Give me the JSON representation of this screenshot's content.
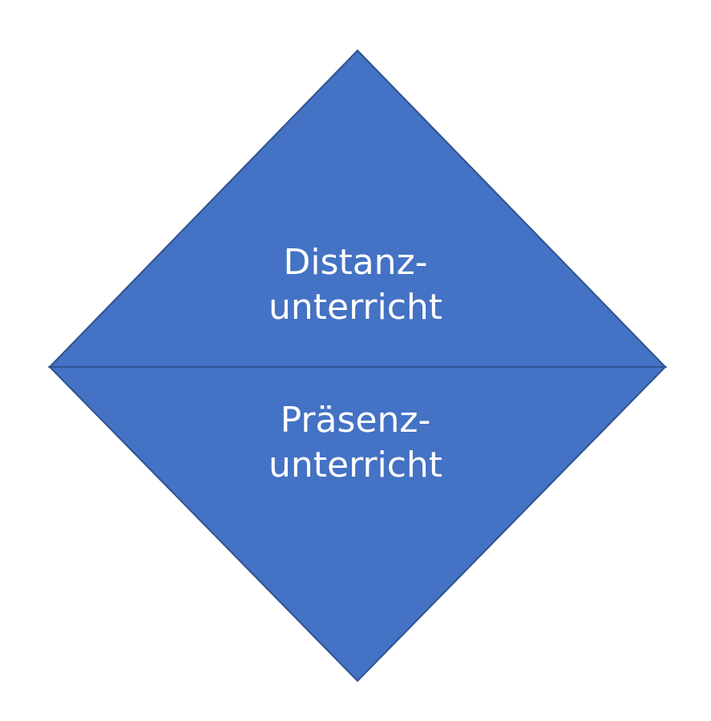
{
  "diagram": {
    "top_section": {
      "line1": "Distanz-",
      "line2": "unterricht"
    },
    "bottom_section": {
      "line1": "Präsenz-",
      "line2": "unterricht"
    },
    "colors": {
      "fill": "#4472c4",
      "stroke": "#2f528f",
      "text": "#ffffff",
      "background": "#ffffff"
    }
  }
}
